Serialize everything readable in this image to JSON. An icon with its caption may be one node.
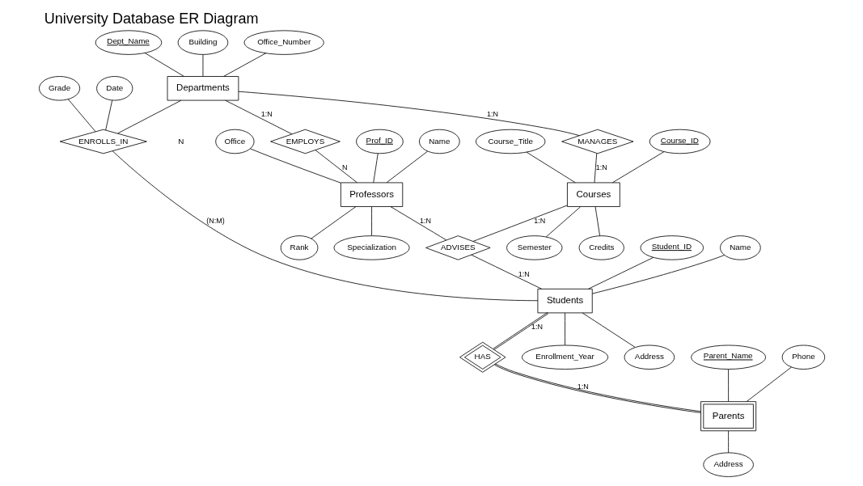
{
  "diagram": {
    "title": "University Database ER Diagram",
    "nodes": [
      {
        "text": [
          "Dept_Name"
        ]
      },
      {
        "text": [
          "Building"
        ]
      },
      {
        "text": [
          "Office_Number"
        ]
      },
      {
        "text": [
          "Departments"
        ]
      },
      {
        "text": [
          "MANAGES"
        ]
      },
      {
        "text": [
          "Course_ID"
        ]
      },
      {
        "text": [
          "Course_Title"
        ]
      },
      {
        "text": [
          "Courses"
        ]
      },
      {
        "text": [
          "Credits"
        ]
      },
      {
        "text": [
          "Semester"
        ]
      },
      {
        "text": [
          "Prof_ID"
        ]
      },
      {
        "text": [
          "Name"
        ]
      },
      {
        "text": [
          "Office"
        ]
      },
      {
        "text": [
          "EMPLOYS"
        ]
      },
      {
        "text": [
          "Professors"
        ]
      },
      {
        "text": [
          "Rank"
        ]
      },
      {
        "text": [
          "Specialization"
        ]
      },
      {
        "text": [
          "ADVISES"
        ]
      },
      {
        "text": [
          "Grade"
        ]
      },
      {
        "text": [
          "Date"
        ]
      },
      {
        "text": [
          "Student_ID"
        ]
      },
      {
        "text": [
          "Name"
        ]
      },
      {
        "text": [
          "ENROLLS_IN"
        ]
      },
      {
        "text": [
          "Students"
        ]
      },
      {
        "text": [
          "HAS"
        ]
      },
      {
        "text": [
          "Parent_Name"
        ]
      },
      {
        "text": [
          "Phone"
        ]
      },
      {
        "text": [
          "Parents"
        ]
      },
      {
        "text": [
          "Address"
        ]
      },
      {
        "text": [
          "Enrollment_Year"
        ]
      },
      {
        "text": [
          "Address"
        ]
      }
    ],
    "edges": [
      {
        "from": 0,
        "to": 3,
        "arrow": "none"
      },
      {
        "from": 1,
        "to": 3,
        "arrow": "none"
      },
      {
        "from": 2,
        "to": 3,
        "arrow": "none"
      },
      {
        "from": 3,
        "to": 4,
        "arrow": "none",
        "label": "1:N"
      },
      {
        "from": 4,
        "to": 7,
        "arrow": "none",
        "label": "1:N"
      },
      {
        "from": 5,
        "to": 7,
        "arrow": "none"
      },
      {
        "from": 6,
        "to": 7,
        "arrow": "none"
      },
      {
        "from": 7,
        "to": 8,
        "arrow": "none"
      },
      {
        "from": 7,
        "to": 9,
        "arrow": "none"
      },
      {
        "from": 3,
        "to": 13,
        "arrow": "none",
        "label": "1:N"
      },
      {
        "from": 13,
        "to": 14,
        "arrow": "none",
        "label": "N"
      },
      {
        "from": 10,
        "to": 14,
        "arrow": "none"
      },
      {
        "from": 11,
        "to": 14,
        "arrow": "none"
      },
      {
        "from": 12,
        "to": 14,
        "arrow": "none"
      },
      {
        "from": 14,
        "to": 15,
        "arrow": "none"
      },
      {
        "from": 14,
        "to": 16,
        "arrow": "none"
      },
      {
        "from": 14,
        "to": 17,
        "arrow": "none",
        "label": "1:N"
      },
      {
        "from": 7,
        "to": 17,
        "arrow": "none",
        "label": "1:N"
      },
      {
        "from": 17,
        "to": 23,
        "arrow": "none",
        "label": "1:N"
      },
      {
        "from": 3,
        "to": 22,
        "arrow": "none"
      },
      {
        "from": 18,
        "to": 22,
        "arrow": "none"
      },
      {
        "from": 19,
        "to": 22,
        "arrow": "none"
      },
      {
        "from": 22,
        "to": 23,
        "arrow": "none",
        "label": "(N:M)"
      },
      {
        "from": 20,
        "to": 23,
        "arrow": "none"
      },
      {
        "from": 21,
        "to": 23,
        "arrow": "none"
      },
      {
        "from": 23,
        "to": 24,
        "arrow": "none",
        "label": "1:N"
      },
      {
        "from": 24,
        "to": 27,
        "arrow": "none",
        "label": "1:N"
      },
      {
        "from": 25,
        "to": 27,
        "arrow": "none"
      },
      {
        "from": 26,
        "to": 27,
        "arrow": "none"
      },
      {
        "from": 27,
        "to": 28,
        "arrow": "none"
      },
      {
        "from": 23,
        "to": 29,
        "arrow": "none"
      },
      {
        "from": 23,
        "to": 30,
        "arrow": "none"
      }
    ],
    "labels": [
      "N"
    ]
  }
}
